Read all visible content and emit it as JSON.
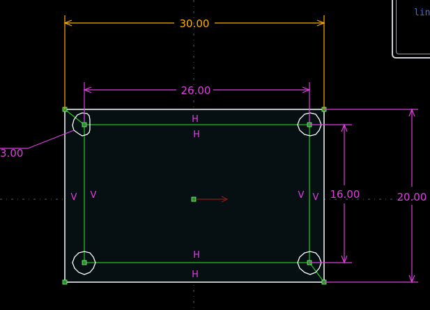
{
  "colors": {
    "background": "#000000",
    "plate_fill": "#061012",
    "plate_outline": "#ffffff",
    "construction_line": "#22cc22",
    "point_handle": "#2e8b2e",
    "dimension_orange": "#ffb000",
    "dimension_magenta": "#e040e0",
    "centerline": "#556070",
    "axis_arrow": "#8a1a1a",
    "panel_text": "#3a6cff"
  },
  "dimensions": {
    "overall_width": "30.00",
    "hole_spacing_x": "26.00",
    "hole_spacing_y": "16.00",
    "overall_height": "20.00",
    "hole_diameter": "3.00"
  },
  "constraints": {
    "horizontal": "H",
    "vertical": "V"
  },
  "info_panel": {
    "text": "lin"
  }
}
